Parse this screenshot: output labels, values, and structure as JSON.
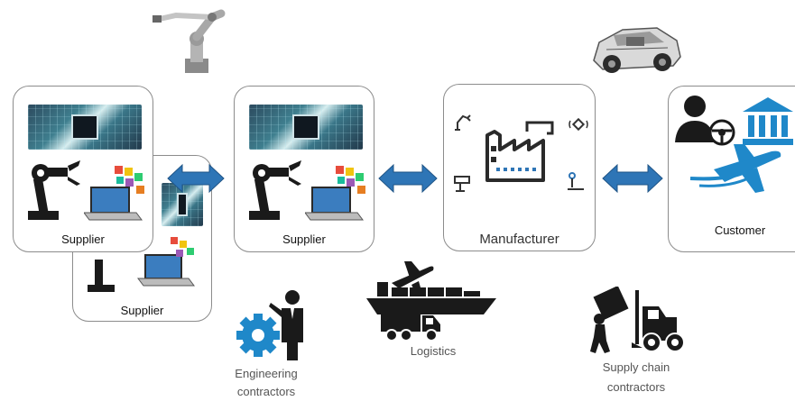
{
  "nodes": {
    "supplier_back": {
      "label": "Supplier"
    },
    "supplier_front": {
      "label": "Supplier"
    },
    "supplier_middle": {
      "label": "Supplier"
    },
    "manufacturer": {
      "label": "Manufacturer"
    },
    "customer": {
      "label": "Customer"
    }
  },
  "participants": {
    "logistics": {
      "label": "Logistics"
    },
    "engineering": {
      "line1": "Engineering",
      "line2": "contractors"
    },
    "supply_chain": {
      "line1": "Supply chain",
      "line2": "contractors"
    }
  },
  "colors": {
    "arrow": "#2e75b6",
    "box_border": "#8c8c8c",
    "icon_dark": "#1a1a1a",
    "icon_blue": "#1f88c9"
  },
  "icons": [
    "robot-arm-photo",
    "car-chassis-photo",
    "circuit-board",
    "robot-gripper-icon",
    "laptop-apps-icon",
    "factory-icon",
    "customer-avatar-icon",
    "steering-wheel-icon",
    "bank-icon",
    "airplane-icon",
    "cargo-ship-icon",
    "truck-icon",
    "engineer-gear-icon",
    "forklift-icon",
    "double-arrow"
  ]
}
